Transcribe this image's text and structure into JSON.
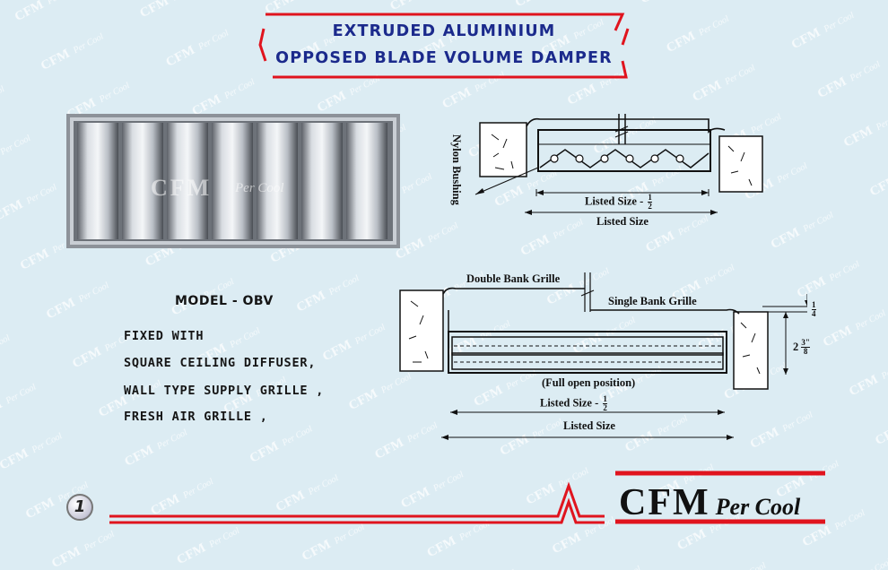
{
  "title": {
    "line1": "EXTRUDED ALUMINIUM",
    "line2": "OPPOSED BLADE VOLUME DAMPER"
  },
  "photo_watermark": {
    "cfm": "CFM",
    "percool": "Per Cool"
  },
  "diagram_top": {
    "nylon_bushing": "Nylon Bushing",
    "listed_size_minus": "Listed Size -",
    "listed_size": "Listed Size",
    "fraction": {
      "num": "1",
      "den": "2"
    }
  },
  "diagram_bottom": {
    "double_bank_grille": "Double Bank Grille",
    "single_bank_grille": "Single Bank Grille",
    "full_open_position": "(Full open position)",
    "listed_size_minus": "Listed Size -",
    "listed_size": "Listed Size",
    "fraction": {
      "num": "1",
      "den": "2"
    },
    "dim_quarter": {
      "num": "1",
      "den": "4"
    },
    "dim_height": {
      "whole": "2",
      "num": "3\"",
      "den": "8"
    }
  },
  "model": {
    "title": "MODEL - OBV",
    "lines": [
      "FIXED WITH",
      "SQUARE CEILING DIFFUSER,",
      "WALL TYPE SUPPLY GRILLE ,",
      "FRESH AIR GRILLE ,"
    ]
  },
  "footer": {
    "page_number": "1",
    "logo_cfm": "CFM",
    "logo_percool": "Per Cool"
  },
  "colors": {
    "background": "#dcecf3",
    "title_blue": "#1b2a8c",
    "accent_red": "#e0141e"
  }
}
